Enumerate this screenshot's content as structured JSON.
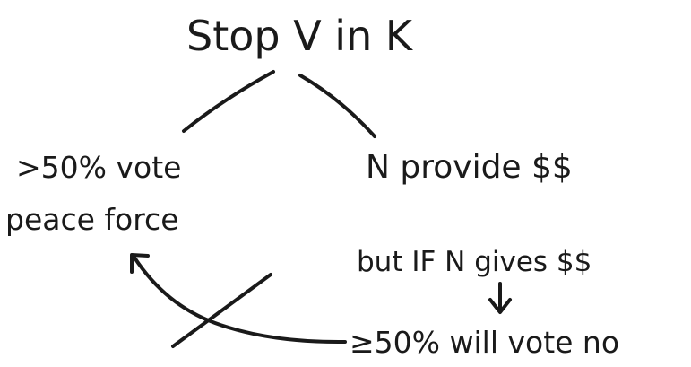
{
  "diagram": {
    "root": "Stop V in K",
    "left_branch": {
      "line1": ">50% vote",
      "line2": "peace force"
    },
    "right_branch": "N provide $$",
    "condition": "but IF N gives $$",
    "consequence": "≥50% will vote no"
  },
  "colors": {
    "ink": "#1a1a1a",
    "background": "#ffffff"
  }
}
